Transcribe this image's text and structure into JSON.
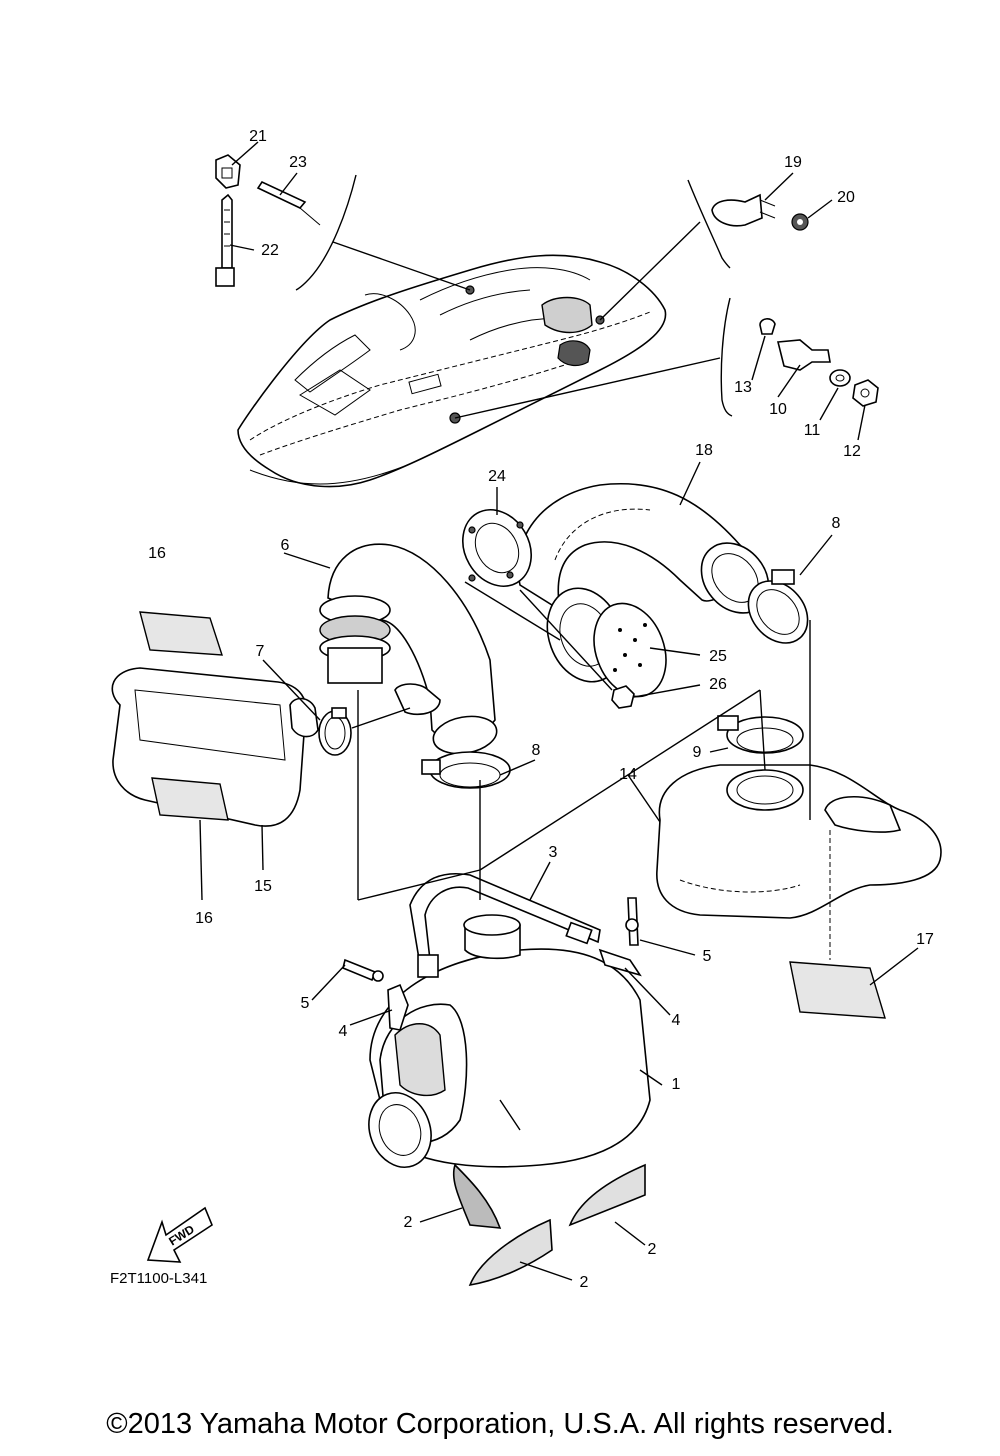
{
  "drawing_code": "F2T1100-L341",
  "copyright": "©2013 Yamaha Motor Corporation, U.S.A. All rights reserved.",
  "fwd_label": "FWD",
  "callouts": {
    "c1": "1",
    "c2a": "2",
    "c2b": "2",
    "c2c": "2",
    "c3": "3",
    "c4a": "4",
    "c4b": "4",
    "c5a": "5",
    "c5b": "5",
    "c6": "6",
    "c7": "7",
    "c8a": "8",
    "c8b": "8",
    "c9": "9",
    "c10": "10",
    "c11": "11",
    "c12": "12",
    "c13": "13",
    "c14": "14",
    "c15": "15",
    "c16a": "16",
    "c16b": "16",
    "c17": "17",
    "c18": "18",
    "c19": "19",
    "c20": "20",
    "c21": "21",
    "c22": "22",
    "c23": "23",
    "c24": "24",
    "c25": "25",
    "c26": "26"
  }
}
